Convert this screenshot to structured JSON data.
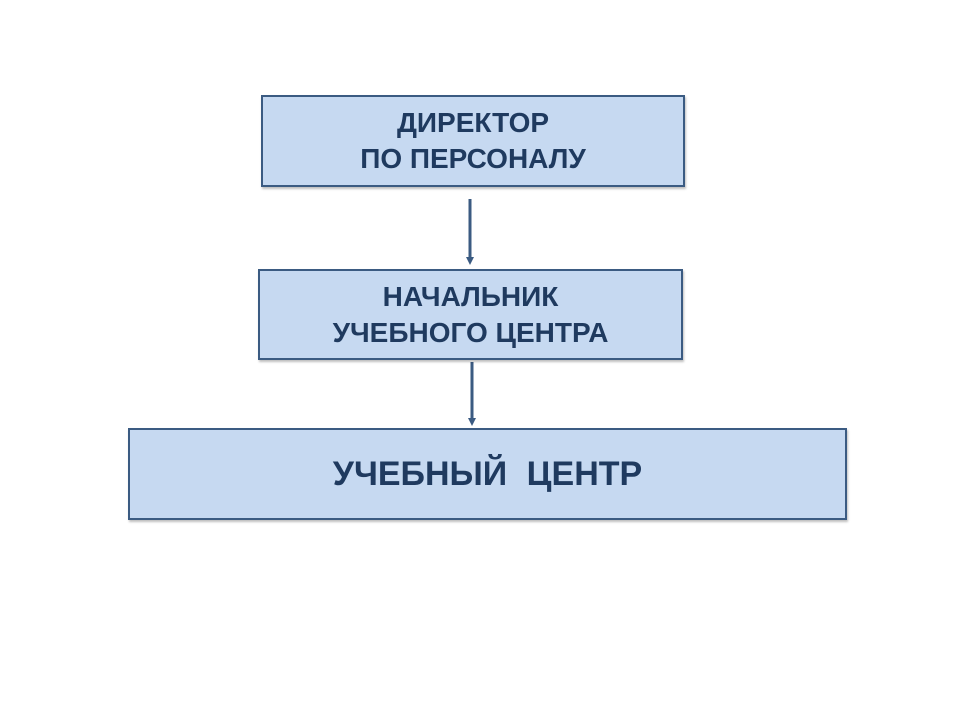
{
  "diagram": {
    "nodes": {
      "director": {
        "lines": [
          "ДИРЕКТОР",
          "ПО ПЕРСОНАЛУ"
        ]
      },
      "head": {
        "lines": [
          "НАЧАЛЬНИК",
          "УЧЕБНОГО  ЦЕНТРА"
        ]
      },
      "center": {
        "lines": [
          "УЧЕБНЫЙ  ЦЕНТР"
        ]
      }
    },
    "edges": [
      {
        "from": "director",
        "to": "head"
      },
      {
        "from": "head",
        "to": "center"
      }
    ],
    "colors": {
      "box_fill": "#c6d9f1",
      "box_border": "#3b5b82",
      "text": "#1f3a5f",
      "arrow": "#3b5b82"
    }
  }
}
